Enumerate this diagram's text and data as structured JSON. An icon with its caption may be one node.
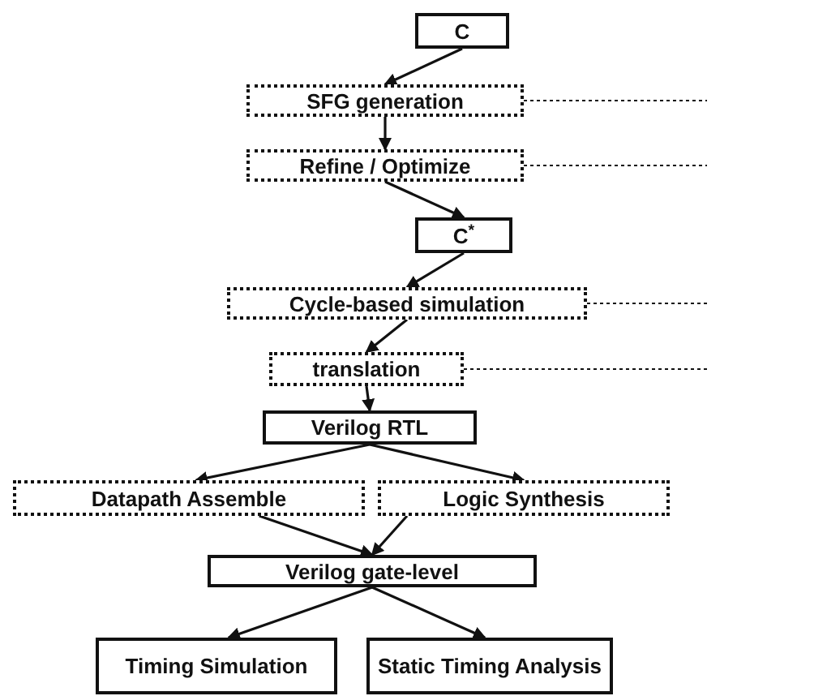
{
  "diagram": {
    "nodes": [
      {
        "text": [
          "C"
        ]
      },
      {
        "text": [
          "SFG generation"
        ]
      },
      {
        "text": [
          "Refine / Optimize"
        ]
      },
      {
        "text": [
          "C$^{*}$"
        ]
      },
      {
        "text": [
          "Cycle-based simulation"
        ]
      },
      {
        "text": [
          "translation"
        ]
      },
      {
        "text": [
          "Verilog RTL"
        ]
      },
      {
        "text": [
          "Datapath Assemble"
        ]
      },
      {
        "text": [
          "Logic Synthesis"
        ]
      },
      {
        "text": [
          "Verilog gate-level"
        ]
      },
      {
        "text": [
          "Timing Simulation"
        ]
      },
      {
        "text": [
          "Static Timing Analysis"
        ]
      }
    ],
    "edges": [
      {
        "from": 0,
        "to": 1,
        "arrow": "to"
      },
      {
        "from": 1,
        "to": 2,
        "arrow": "to"
      },
      {
        "from": 2,
        "to": 3,
        "arrow": "to"
      },
      {
        "from": 3,
        "to": 4,
        "arrow": "to"
      },
      {
        "from": 4,
        "to": 5,
        "arrow": "to"
      },
      {
        "from": 5,
        "to": 6,
        "arrow": "to"
      },
      {
        "from": 6,
        "to": 7,
        "arrow": "to"
      },
      {
        "from": 6,
        "to": 8,
        "arrow": "to"
      },
      {
        "from": 7,
        "to": 9,
        "arrow": "to"
      },
      {
        "from": 8,
        "to": 9,
        "arrow": "to"
      },
      {
        "from": 9,
        "to": 10,
        "arrow": "to"
      },
      {
        "from": 9,
        "to": 11,
        "arrow": "to"
      },
      {
        "from": 1,
        "to": null,
        "arrow": "none",
        "style": "dashed"
      },
      {
        "from": 2,
        "to": null,
        "arrow": "none",
        "style": "dashed"
      },
      {
        "from": 4,
        "to": null,
        "arrow": "none",
        "style": "dashed"
      },
      {
        "from": 5,
        "to": null,
        "arrow": "none",
        "style": "dashed"
      }
    ]
  }
}
